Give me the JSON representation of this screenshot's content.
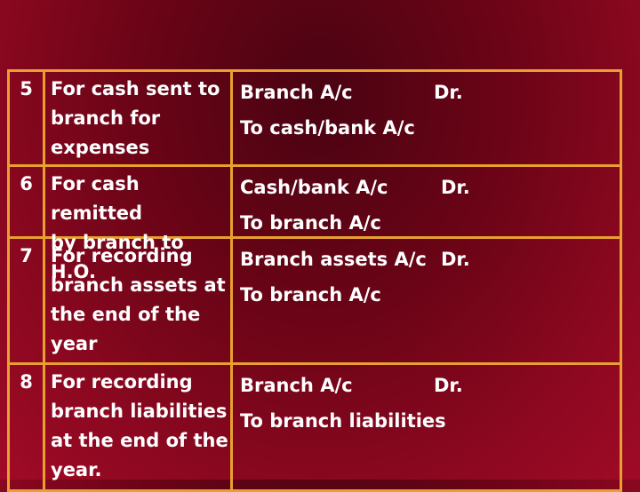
{
  "rows": [
    {
      "number": "5",
      "occasion": "For cash sent to\nbranch for\nexpenses",
      "debit": "Branch A/c",
      "dr": "Dr.",
      "credit": "To cash/bank A/c"
    },
    {
      "number": "6",
      "occasion": "For cash remitted\nby branch to H.O.",
      "debit": "Cash/bank A/c",
      "dr": "Dr.",
      "credit": "To branch A/c"
    },
    {
      "number": "7",
      "occasion": "For recording\nbranch assets at\nthe end of the\nyear",
      "debit": "Branch assets A/c",
      "dr": "Dr.",
      "credit": "To branch A/c"
    },
    {
      "number": "8",
      "occasion": "For recording\nbranch liabilities\nat the end of the\nyear.",
      "debit": "Branch A/c",
      "dr": "Dr.",
      "credit": "To branch liabilities"
    }
  ],
  "colors": {
    "background": "#8c0820",
    "border": "#e8a030",
    "text": "#ffffff"
  }
}
